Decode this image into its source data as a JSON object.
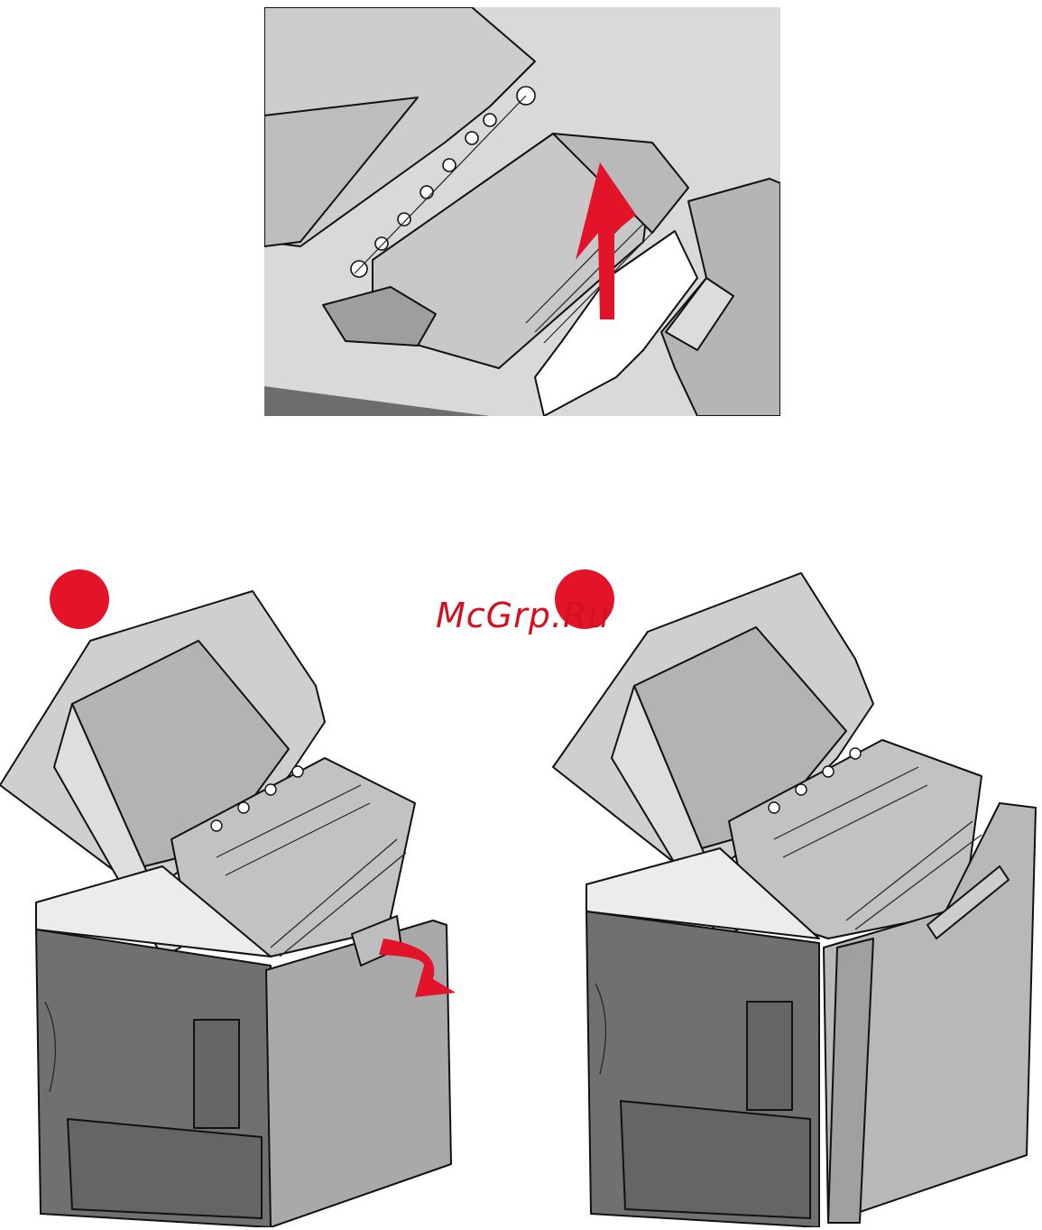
{
  "watermark": {
    "text": "McGrp.Ru",
    "color": "#d4101e"
  },
  "colors": {
    "badge": "#e3142a",
    "arrow": "#e3142a",
    "body_dark": "#6f6f70",
    "body_mid": "#a9a9aa",
    "body_light": "#cfcfd0",
    "paper": "#ffffff"
  },
  "figures": [
    {
      "name": "fuser-area-paper-removal",
      "icon": "up-arrow-icon"
    },
    {
      "name": "printer-door-closed",
      "icon": "curved-arrow-icon"
    },
    {
      "name": "printer-door-open",
      "icon": ""
    }
  ]
}
